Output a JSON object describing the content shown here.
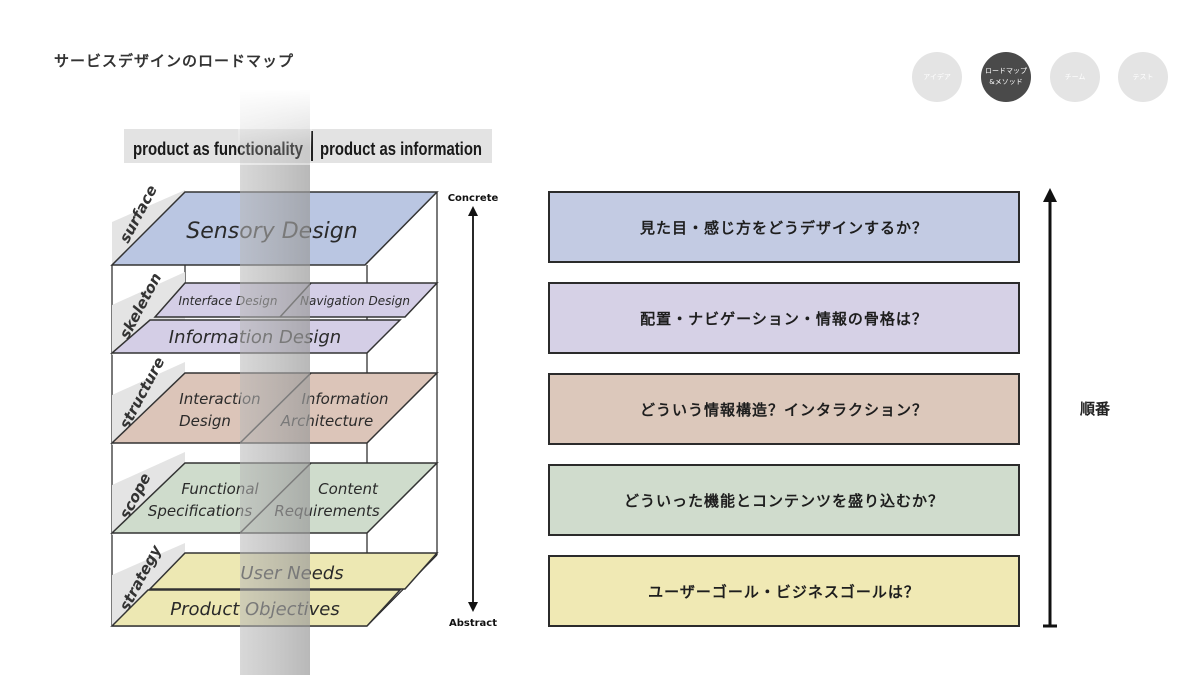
{
  "page": {
    "title": "サービスデザインのロードマップ"
  },
  "nav": {
    "items": [
      {
        "label": "アイデア",
        "active": false
      },
      {
        "label": "ロードマップ\n&メソッド",
        "active": true
      },
      {
        "label": "チーム",
        "active": false
      },
      {
        "label": "テスト",
        "active": false
      }
    ]
  },
  "diagram": {
    "header_left": "product as functionality",
    "header_right": "product as information",
    "axis_top": "Concrete",
    "axis_bottom": "Abstract",
    "layers": [
      {
        "tab": "surface",
        "color": "#bac6e2",
        "planes": [
          "Sensory Design"
        ]
      },
      {
        "tab": "skeleton",
        "color": "#d4cee6",
        "planes": [
          "Interface Design",
          "Navigation Design",
          "Information Design"
        ]
      },
      {
        "tab": "structure",
        "color": "#dcc5b9",
        "planes": [
          "Interaction",
          "Design",
          "Information",
          "Architecture"
        ]
      },
      {
        "tab": "scope",
        "color": "#cfdccc",
        "planes": [
          "Functional",
          "Specifications",
          "Content",
          "Requirements"
        ]
      },
      {
        "tab": "strategy",
        "color": "#ede8b3",
        "planes": [
          "User Needs",
          "Product Objectives"
        ]
      }
    ]
  },
  "questions": {
    "items": [
      {
        "text": "見た目・感じ方をどうデザインするか？",
        "color": "#c3cbe3"
      },
      {
        "text": "配置・ナビゲーション・情報の骨格は？",
        "color": "#d6d1e6"
      },
      {
        "text": "どういう情報構造？インタラクション？",
        "color": "#dcc8bb"
      },
      {
        "text": "どういった機能とコンテンツを盛り込むか？",
        "color": "#d0dccd"
      },
      {
        "text": "ユーザーゴール・ビジネスゴールは？",
        "color": "#f0e9b4"
      }
    ],
    "order_label": "順番"
  }
}
